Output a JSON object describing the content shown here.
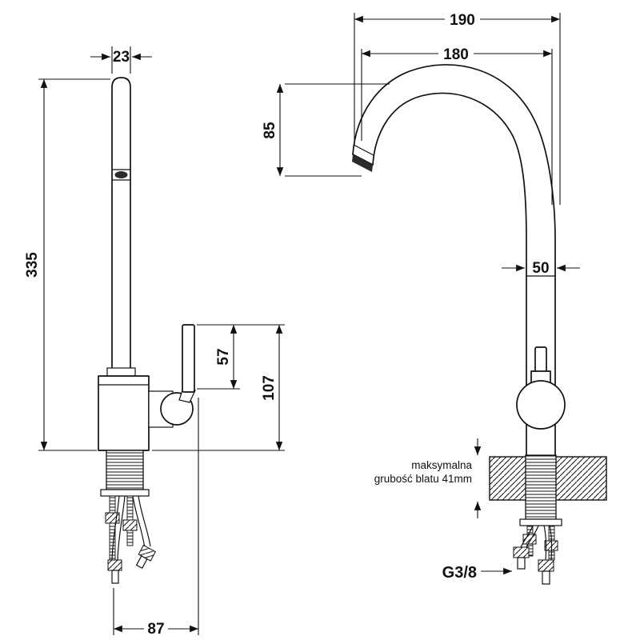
{
  "drawing": {
    "line_color": "#111111",
    "side_view": {
      "spout_width": "23",
      "total_height": "335",
      "lever_height": "57",
      "body_height": "107",
      "base_width": "87"
    },
    "front_view": {
      "spout_reach_outer": "190",
      "spout_reach_inner": "180",
      "spout_drop": "85",
      "body_diameter": "50",
      "counter_note_line1": "maksymalna",
      "counter_note_line2": "grubość blatu 41mm",
      "thread_size": "G3/8"
    }
  }
}
